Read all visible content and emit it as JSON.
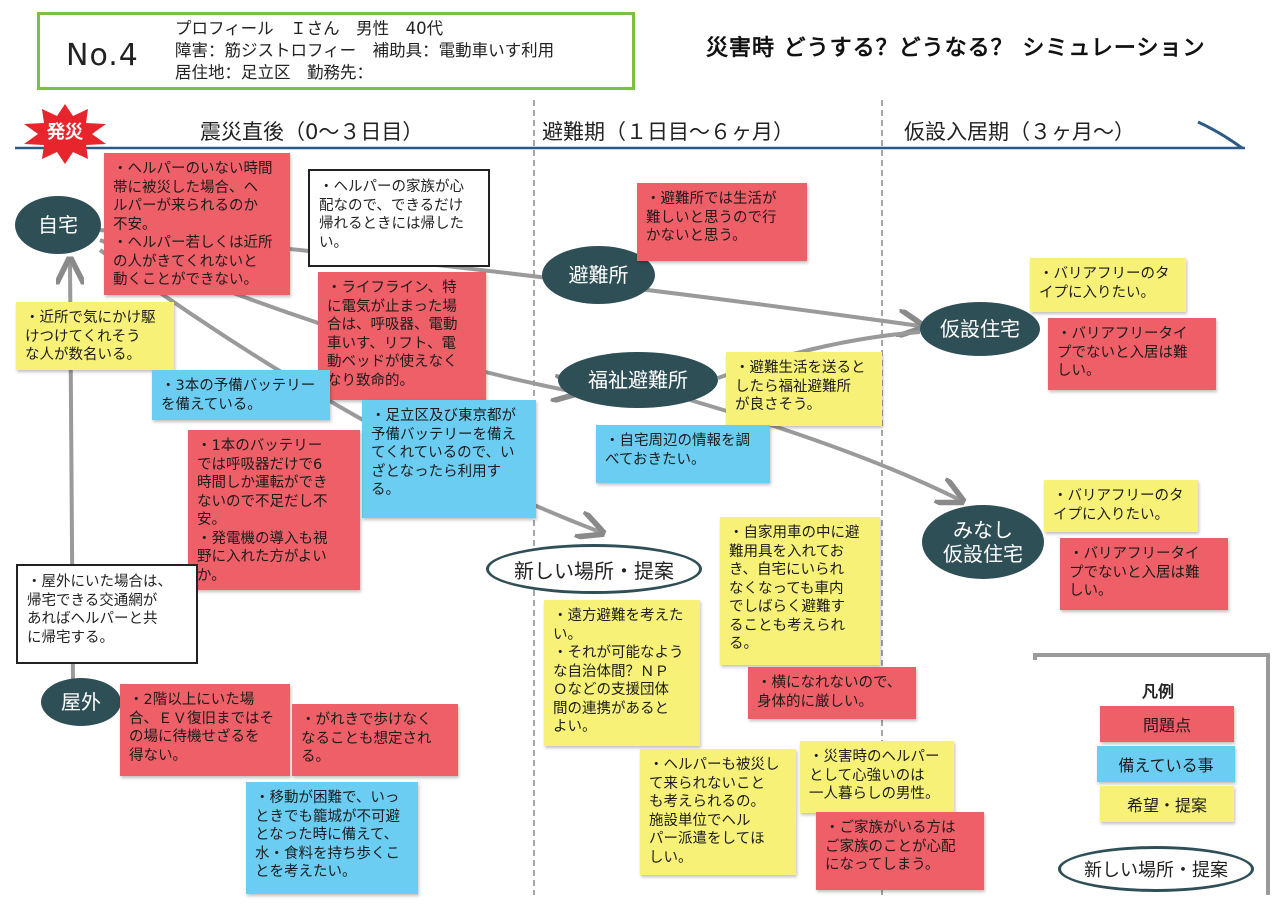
{
  "header": {
    "number": "No.4",
    "profile_lines": [
      "プロフィール　Ｉさん　男性　40代",
      "障害：筋ジストロフィー　補助具：電動車いす利用",
      "居住地：足立区　勤務先："
    ],
    "title": "災害時 どうする？どうなる？ シミュレーション"
  },
  "timeline": {
    "start_badge": "発災",
    "phases": [
      "震災直後（0～３日目）",
      "避難期（１日目～６ヶ月）",
      "仮設入居期（３ヶ月～）"
    ]
  },
  "places": {
    "home": "自宅",
    "outside": "屋外",
    "shelter": "避難所",
    "welfare_shelter": "福祉避難所",
    "temporary_housing": "仮設住宅",
    "deemed_housing": [
      "みなし",
      "仮設住宅"
    ],
    "new_place": "新しい場所・提案"
  },
  "notes": {
    "n1": [
      "・ヘルパーのいない時間",
      "帯に被災した場合、ヘ",
      "ルパーが来られるのか",
      "不安。",
      "・ヘルパー若しくは近所",
      "の人がきてくれないと",
      "動くことができない。"
    ],
    "n2": [
      "・ヘルパーの家族が心",
      "配なので、できるだけ",
      "帰れるときには帰した",
      "い。"
    ],
    "n3": [
      "・近所で気にかけ駆",
      "けつけてくれそう",
      "な人が数名いる。"
    ],
    "n4": [
      "・ライフライン、特",
      "に電気が止まった場",
      "合は、呼吸器、電動",
      "車いす、リフト、電",
      "動ベッドが使えなく",
      "なり致命的。"
    ],
    "n5": [
      "・3本の予備バッテリー",
      "を備えている。"
    ],
    "n6": [
      "・足立区及び東京都が",
      "予備バッテリーを備え",
      "てくれているので、い",
      "ざとなったら利用す",
      "る。"
    ],
    "n7": [
      "・1本のバッテリー",
      "では呼吸器だけで6",
      "時間しか運転ができ",
      "ないので不足だし不",
      "安。",
      "・発電機の導入も視",
      "野に入れた方がよい",
      "か。"
    ],
    "n8": [
      "・屋外にいた場合は、",
      "帰宅できる交通網が",
      "あればヘルパーと共",
      "に帰宅する。"
    ],
    "n9": [
      "・2階以上にいた場",
      "合、ＥＶ復旧まではそ",
      "の場に待機せざるを",
      "得ない。"
    ],
    "n10": [
      "・がれきで歩けなく",
      "なることも想定され",
      "る。"
    ],
    "n11": [
      "・移動が困難で、いっ",
      "ときでも籠城が不可避",
      "となった時に備えて、",
      "水・食料を持ち歩くこ",
      "とを考えたい。"
    ],
    "n12": [
      "・避難所では生活が",
      "難しいと思うので行",
      "かないと思う。"
    ],
    "n13": [
      "・避難生活を送ると",
      "したら福祉避難所",
      "が良さそう。"
    ],
    "n14": [
      "・自宅周辺の情報を調",
      "べておきたい。"
    ],
    "n15": [
      "・自家用車の中に避",
      "難用具を入れてお",
      "き、自宅にいられ",
      "なくなっても車内",
      "でしばらく避難す",
      "ることも考えられ",
      "る。"
    ],
    "n16": [
      "・遠方避難を考えた",
      "い。",
      "・それが可能なよう",
      "な自治体間？ＮＰ",
      "Ｏなどの支援団体",
      "間の連携があると",
      "よい。"
    ],
    "n17": [
      "・横になれないので、",
      "身体的に厳しい。"
    ],
    "n18": [
      "・ヘルパーも被災し",
      "て来られないこと",
      "も考えられるの。",
      "施設単位でヘル",
      "パー派遣をしてほ",
      "しい。"
    ],
    "n19": [
      "・災害時のヘルパー",
      "として心強いのは",
      "一人暮らしの男性。"
    ],
    "n20": [
      "・ご家族がいる方は",
      "ご家族のことが心配",
      "になってしまう。"
    ],
    "n21": [
      "・バリアフリーのタ",
      "イプに入りたい。"
    ],
    "n22": [
      "・バリアフリータイ",
      "プでないと入居は難",
      "しい。"
    ],
    "n23": [
      "・バリアフリーのタ",
      "イプに入りたい。"
    ],
    "n24": [
      "・バリアフリータイ",
      "プでないと入居は難",
      "しい。"
    ]
  },
  "legend": {
    "title": "凡例",
    "problem": "問題点",
    "prepared": "備えている事",
    "hope": "希望・提案",
    "new_place": "新しい場所・提案"
  },
  "colors": {
    "problem": "#ef5f68",
    "prepared": "#6ccdf2",
    "hope": "#f7f277",
    "place": "#2f4f57",
    "header_border": "#7cbf45",
    "timeline": "#2c5a86",
    "badge": "#e8242c"
  }
}
